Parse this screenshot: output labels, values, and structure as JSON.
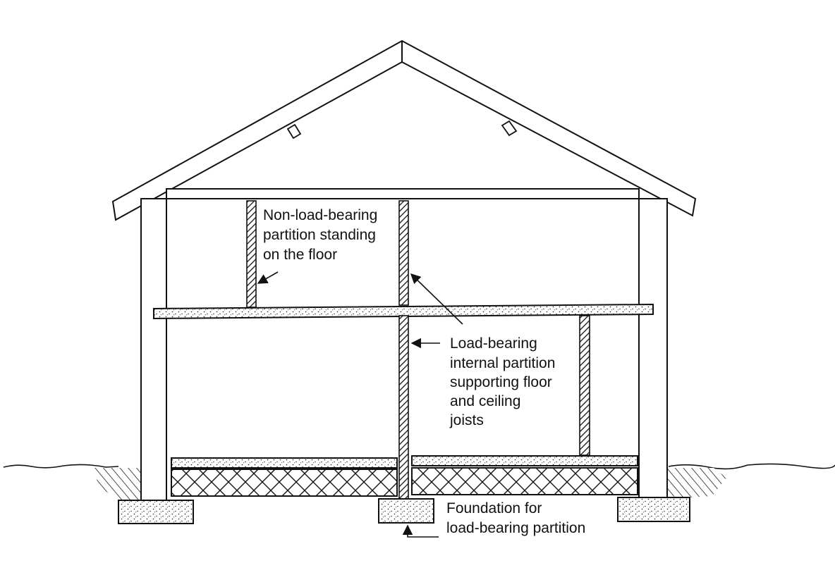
{
  "labels": {
    "non_load_bearing": [
      "Non-load-bearing",
      "partition standing",
      "on the floor"
    ],
    "load_bearing": [
      "Load-bearing",
      "internal partition",
      "supporting floor",
      "and ceiling",
      "joists"
    ],
    "foundation": [
      "Foundation for",
      "load-bearing partition"
    ]
  },
  "colors": {
    "ink": "#111111",
    "paper": "#ffffff"
  }
}
